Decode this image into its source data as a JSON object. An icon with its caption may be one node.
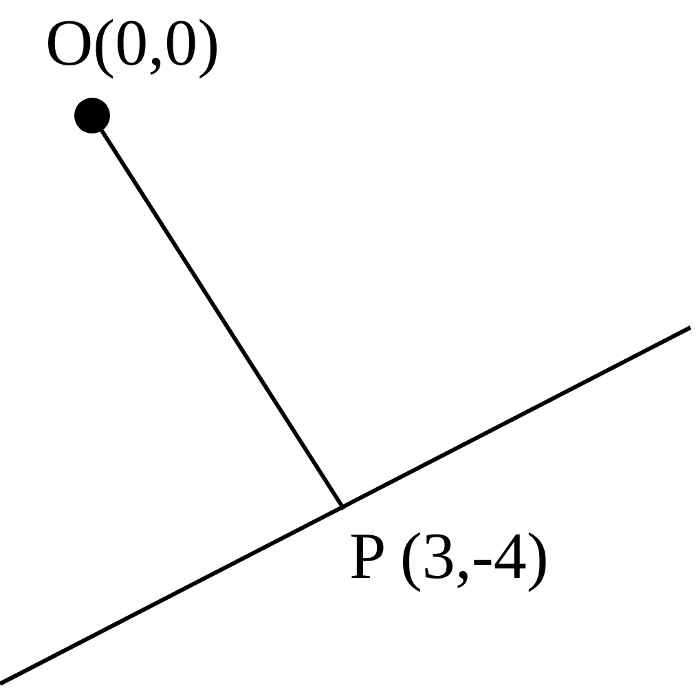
{
  "diagram": {
    "nodes": [
      {
        "text": [],
        "shape": "circle",
        "beside": [
          "O(0,0)"
        ]
      },
      {
        "text": [
          "P (3,-4)"
        ]
      }
    ],
    "edges": [
      {
        "from": 0,
        "to": 1,
        "arrow": "none"
      }
    ]
  }
}
